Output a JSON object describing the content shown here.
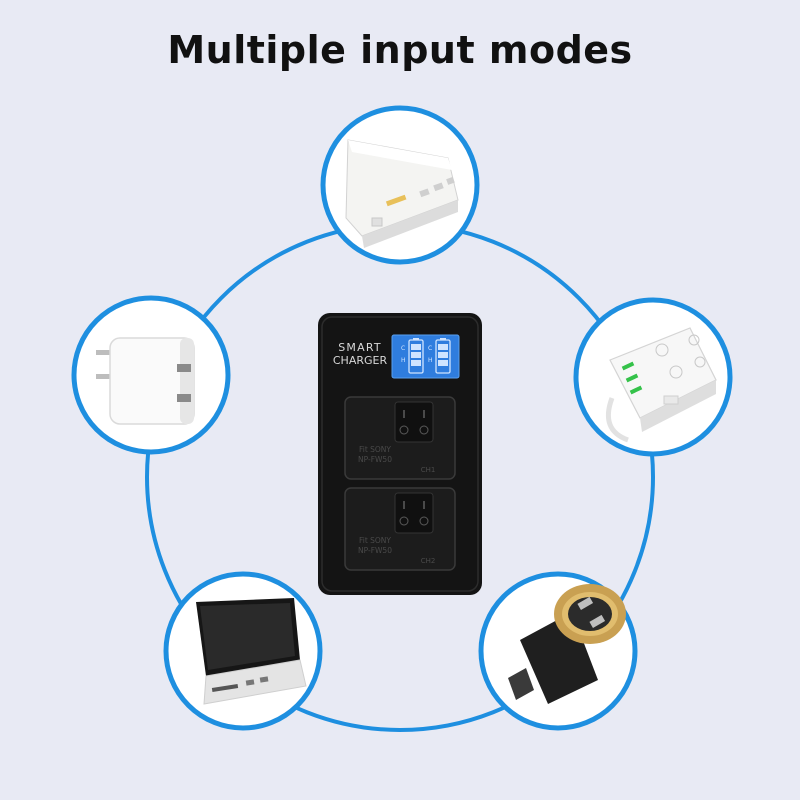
{
  "headline": "Multiple input modes",
  "charger": {
    "brand_line1": "SMART",
    "brand_line2": "CHARGER",
    "slot1_line1": "Fit SONY",
    "slot1_line2": "NP-FW50",
    "slot1_tag": "CH1",
    "slot2_line1": "Fit SONY",
    "slot2_line2": "NP-FW50",
    "slot2_tag": "CH2"
  },
  "sources": [
    {
      "name": "power-bank",
      "icon": "power-bank-icon"
    },
    {
      "name": "power-strip",
      "icon": "power-strip-icon"
    },
    {
      "name": "car-charger",
      "icon": "car-charger-icon"
    },
    {
      "name": "laptop",
      "icon": "laptop-icon"
    },
    {
      "name": "wall-adapter",
      "icon": "wall-adapter-icon"
    }
  ],
  "colors": {
    "background": "#e8eaf4",
    "ring": "#1e8fe0",
    "charger_body": "#141414",
    "lcd": "#2f7dde"
  }
}
